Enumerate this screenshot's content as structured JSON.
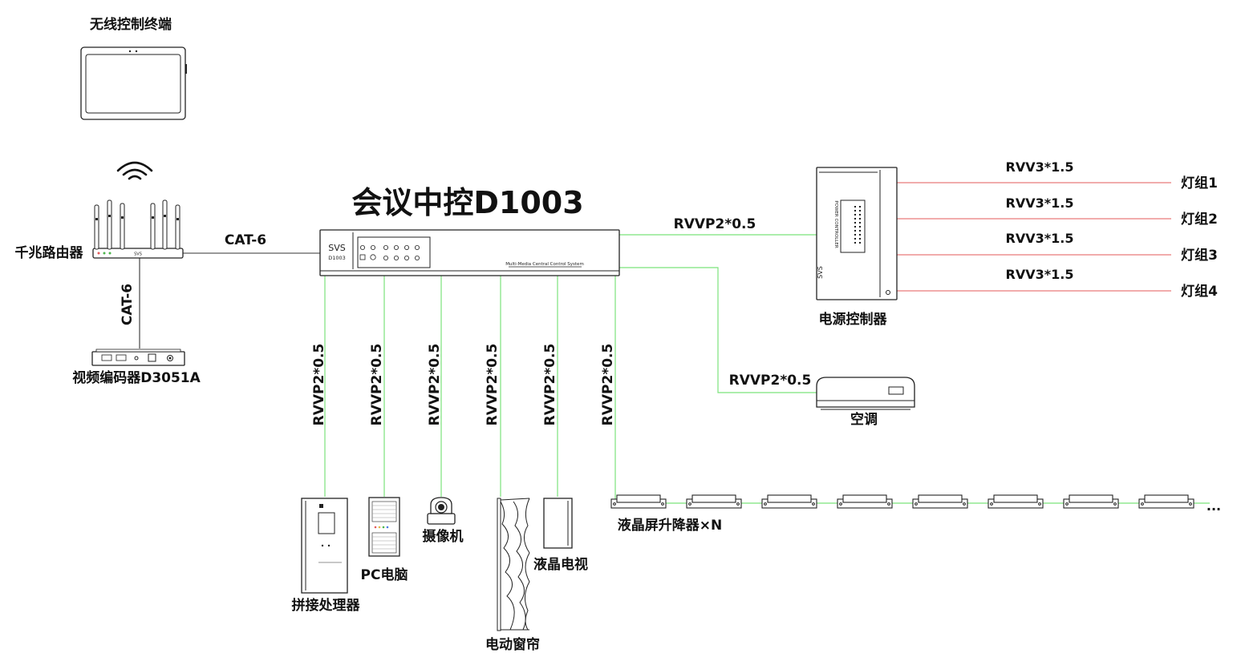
{
  "title": "会议中控D1003",
  "devices": {
    "tablet": "无线控制终端",
    "router": "千兆路由器",
    "encoder": "视频编码器D3051A",
    "power_controller": "电源控制器",
    "aircon": "空调",
    "splicer": "拼接处理器",
    "pc": "PC电脑",
    "camera": "摄像机",
    "curtain": "电动窗帘",
    "tv": "液晶电视",
    "lifter": "液晶屏升降器×N",
    "ellipsis": "..."
  },
  "lamp_groups": [
    "灯组1",
    "灯组2",
    "灯组3",
    "灯组4"
  ],
  "cables": {
    "router_to_central": "CAT-6",
    "router_to_encoder": "CAT-6",
    "central_to_power": "RVVP2*0.5",
    "central_to_aircon": "RVVP2*0.5",
    "power_to_lamp": [
      "RVV3*1.5",
      "RVV3*1.5",
      "RVV3*1.5",
      "RVV3*1.5"
    ],
    "drops": [
      "RVVP2*0.5",
      "RVVP2*0.5",
      "RVVP2*0.5",
      "RVVP2*0.5",
      "RVVP2*0.5",
      "RVVP2*0.5"
    ]
  },
  "central_panel": {
    "brand": "SVS",
    "model": "D1003",
    "system_name": "Multi-Media Central Control System"
  },
  "power_panel": {
    "brand": "SVS",
    "caption": "POWER CONTROLLER"
  }
}
